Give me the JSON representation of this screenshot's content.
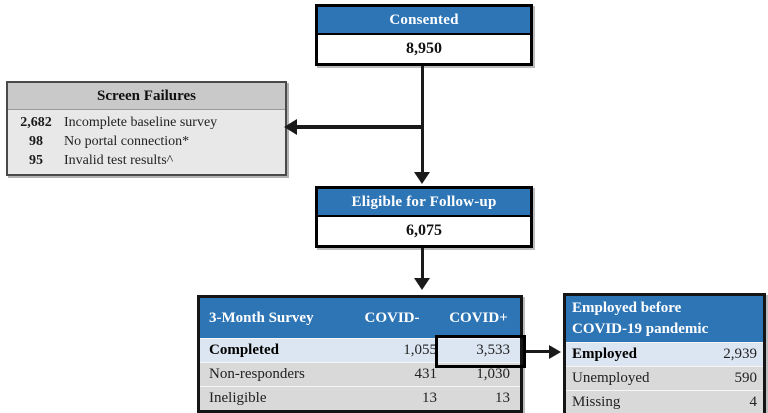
{
  "colors": {
    "header_blue": "#2E75B6",
    "light_blue_row": "#DCE6F2",
    "gray_row": "#D9D9D9",
    "screen_header_gray": "#C9C9C9",
    "screen_body_gray": "#E8E8E8",
    "border_black": "#000000"
  },
  "consented": {
    "title": "Consented",
    "value": "8,950"
  },
  "screen_failures": {
    "title": "Screen Failures",
    "items": [
      {
        "value": "2,682",
        "label": "Incomplete baseline survey"
      },
      {
        "value": "98",
        "label": "No portal connection*"
      },
      {
        "value": "95",
        "label": "Invalid test results^"
      }
    ]
  },
  "eligible": {
    "title": "Eligible for Follow-up",
    "value": "6,075"
  },
  "survey_table": {
    "title": "3-Month Survey",
    "columns": {
      "neg": "COVID-",
      "pos": "COVID+"
    },
    "rows": [
      {
        "label": "Completed",
        "covid_neg": "1,055",
        "covid_pos": "3,533"
      },
      {
        "label": "Non-responders",
        "covid_neg": "431",
        "covid_pos": "1,030"
      },
      {
        "label": "Ineligible",
        "covid_neg": "13",
        "covid_pos": "13"
      }
    ]
  },
  "employed_table": {
    "title_line1": "Employed before",
    "title_line2": "COVID-19 pandemic",
    "rows": [
      {
        "label": "Employed",
        "value": "2,939"
      },
      {
        "label": "Unemployed",
        "value": "590"
      },
      {
        "label": "Missing",
        "value": "4"
      }
    ]
  }
}
